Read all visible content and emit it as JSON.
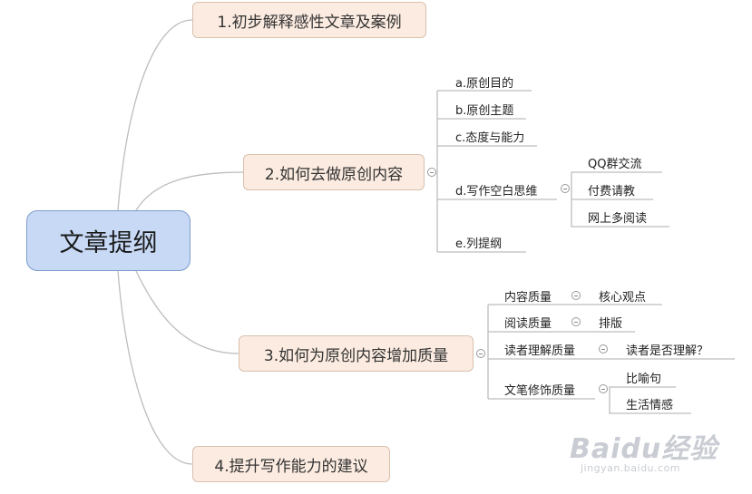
{
  "root": {
    "label": "文章提纲"
  },
  "branches": {
    "b1": {
      "label": "1.初步解释感性文章及案例"
    },
    "b2": {
      "label": "2.如何去做原创内容",
      "children": {
        "a": "a.原创目的",
        "b": "b.原创主题",
        "c": "c.态度与能力",
        "d": {
          "label": "d.写作空白思维",
          "children": [
            "QQ群交流",
            "付费请教",
            "网上多阅读"
          ]
        },
        "e": "e.列提纲"
      }
    },
    "b3": {
      "label": "3.如何为原创内容增加质量",
      "children": [
        {
          "label": "内容质量",
          "children": [
            "核心观点"
          ]
        },
        {
          "label": "阅读质量",
          "children": [
            "排版"
          ]
        },
        {
          "label": "读者理解质量",
          "children": [
            "读者是否理解？"
          ]
        },
        {
          "label": "文笔修饰质量",
          "children": [
            "比喻句",
            "生活情感"
          ]
        }
      ]
    },
    "b4": {
      "label": "4.提升写作能力的建议"
    }
  },
  "watermark": {
    "brand": "Baidu经验",
    "url": "jingyan.baidu.com"
  }
}
